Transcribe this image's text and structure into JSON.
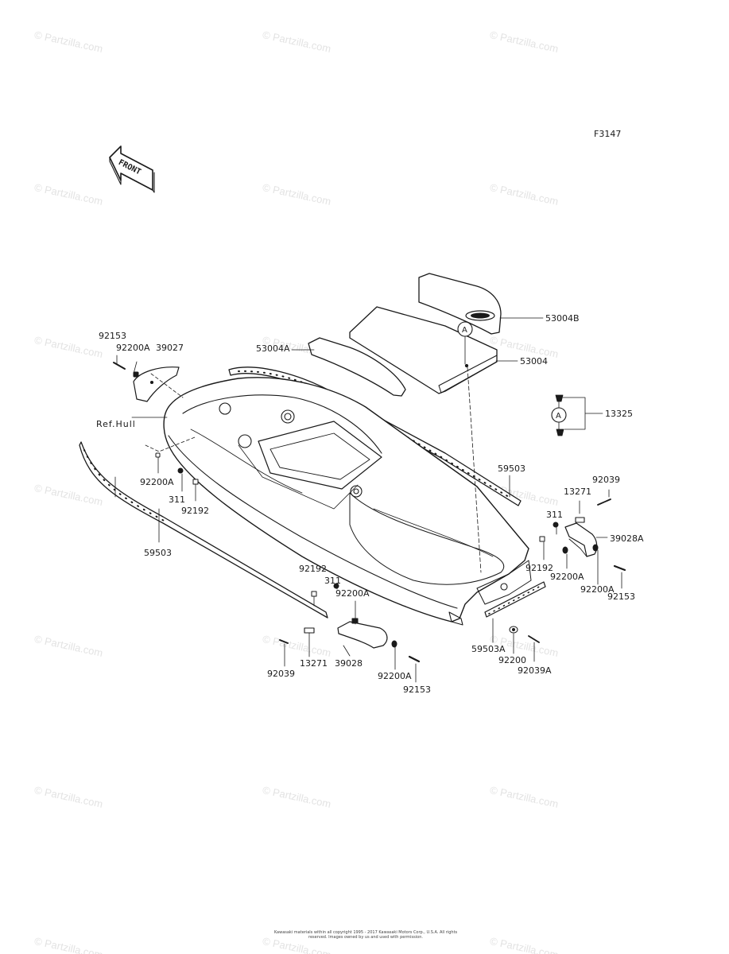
{
  "diagram_code": "F3147",
  "front_arrow_text": "FRONT",
  "watermark_text": "© Partzilla.com",
  "copyright_text": "Kawasaki materials within all copyright 1995 - 2017 Kawasaki Motors Corp., U.S.A. All rights reserved. Images owned by us and used with permission.",
  "callout_marker": "A",
  "part_labels": [
    {
      "id": "p92153-a",
      "text": "92153"
    },
    {
      "id": "p92200a-a",
      "text": "92200A"
    },
    {
      "id": "p39027",
      "text": "39027"
    },
    {
      "id": "pRefHull",
      "text": "Ref.Hull"
    },
    {
      "id": "p92200a-b",
      "text": "92200A"
    },
    {
      "id": "p311-a",
      "text": "311"
    },
    {
      "id": "p92192-a",
      "text": "92192"
    },
    {
      "id": "p59503-a",
      "text": "59503"
    },
    {
      "id": "p53004a",
      "text": "53004A"
    },
    {
      "id": "p53004b",
      "text": "53004B"
    },
    {
      "id": "p53004",
      "text": "53004"
    },
    {
      "id": "p13325",
      "text": "13325"
    },
    {
      "id": "p59503-b",
      "text": "59503"
    },
    {
      "id": "p13271-a",
      "text": "13271"
    },
    {
      "id": "p92039-a",
      "text": "92039"
    },
    {
      "id": "p311-b",
      "text": "311"
    },
    {
      "id": "p39028a",
      "text": "39028A"
    },
    {
      "id": "p92192-b",
      "text": "92192"
    },
    {
      "id": "p92200a-c",
      "text": "92200A"
    },
    {
      "id": "p92200a-d",
      "text": "92200A"
    },
    {
      "id": "p92153-b",
      "text": "92153"
    },
    {
      "id": "p92192-c",
      "text": "92192"
    },
    {
      "id": "p311-c",
      "text": "311"
    },
    {
      "id": "p92200a-e",
      "text": "92200A"
    },
    {
      "id": "p59503a",
      "text": "59503A"
    },
    {
      "id": "p92200",
      "text": "92200"
    },
    {
      "id": "p92039a",
      "text": "92039A"
    },
    {
      "id": "p92039-b",
      "text": "92039"
    },
    {
      "id": "p13271-b",
      "text": "13271"
    },
    {
      "id": "p39028",
      "text": "39028"
    },
    {
      "id": "p92200a-f",
      "text": "92200A"
    },
    {
      "id": "p92153-c",
      "text": "92153"
    }
  ]
}
